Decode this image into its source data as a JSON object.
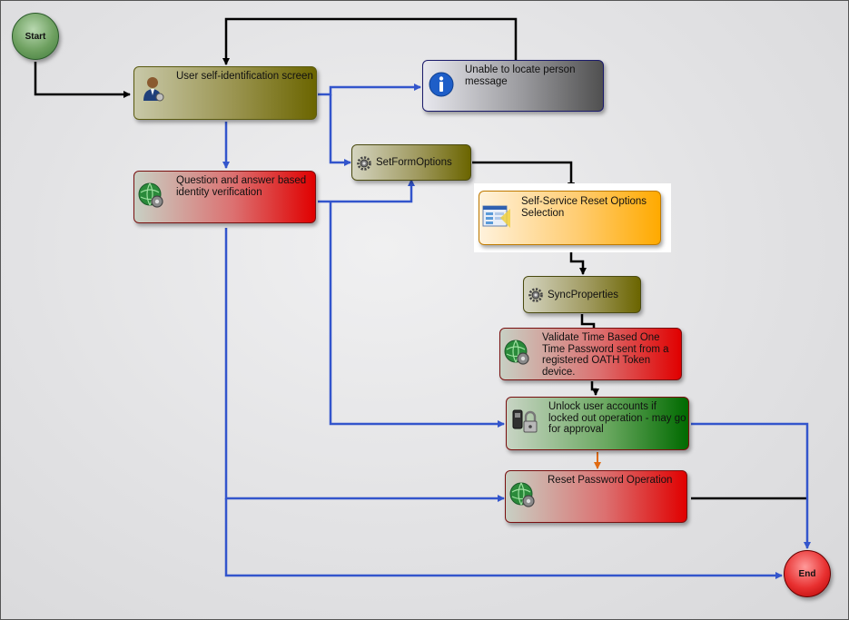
{
  "terminals": {
    "start": "Start",
    "end": "End"
  },
  "nodes": {
    "user_identification": "User self-identification screen",
    "unable_to_locate": "Unable to locate person message",
    "question_answer": "Question and answer based identity verification",
    "set_form_options": "SetFormOptions",
    "reset_options_selection": "Self-Service Reset Options Selection",
    "sync_properties": "SyncProperties",
    "validate_totp": "Validate Time Based One Time Password sent from a registered OATH Token device.",
    "unlock_accounts": "Unlock user accounts if locked out operation - may go for approval",
    "reset_password": "Reset Password Operation"
  },
  "icons": {
    "user_identification": "user-icon",
    "unable_to_locate": "info-icon",
    "question_answer": "globe-gear-icon",
    "set_form_options": "gear-icon",
    "reset_options_selection": "form-icon",
    "sync_properties": "gear-icon",
    "validate_totp": "globe-gear-icon",
    "unlock_accounts": "lock-icon",
    "reset_password": "globe-gear-icon"
  },
  "colors": {
    "blue_connector": "#3355cc",
    "black_connector": "#000000",
    "approval_connector": "#e06a10",
    "olive": "#6e6a00",
    "red": "#e00000",
    "green": "#006a00",
    "orange": "#ffaa00",
    "dark_gray": "#505050"
  }
}
